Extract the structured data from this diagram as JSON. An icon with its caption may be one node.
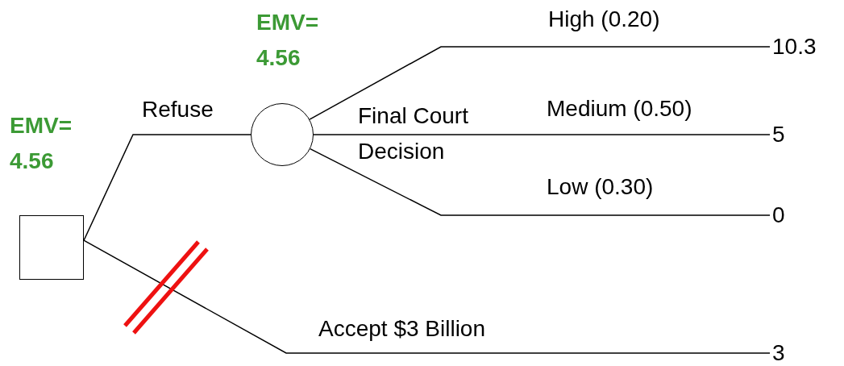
{
  "diagram": {
    "nodes": [
      {
        "text": [],
        "shape": "box",
        "beside": [
          "EMV= 4.56"
        ]
      },
      {
        "text": [],
        "shape": "circle",
        "beside": [
          "EMV= 4.56",
          "Final Court Decision"
        ]
      },
      {
        "text": [
          "10.3"
        ]
      },
      {
        "text": [
          "5"
        ]
      },
      {
        "text": [
          "0"
        ]
      },
      {
        "text": [
          "3"
        ]
      }
    ],
    "edges": [
      {
        "from": 0,
        "to": 1,
        "arrow": "none",
        "label": "Refuse"
      },
      {
        "from": 1,
        "to": 2,
        "arrow": "none",
        "label": "High (0.20)"
      },
      {
        "from": 1,
        "to": 3,
        "arrow": "none",
        "label": "Medium (0.50)"
      },
      {
        "from": 1,
        "to": 4,
        "arrow": "none",
        "label": "Low (0.30)"
      },
      {
        "from": 0,
        "to": 5,
        "arrow": "none",
        "label": "Accept $3 Billion"
      }
    ]
  }
}
